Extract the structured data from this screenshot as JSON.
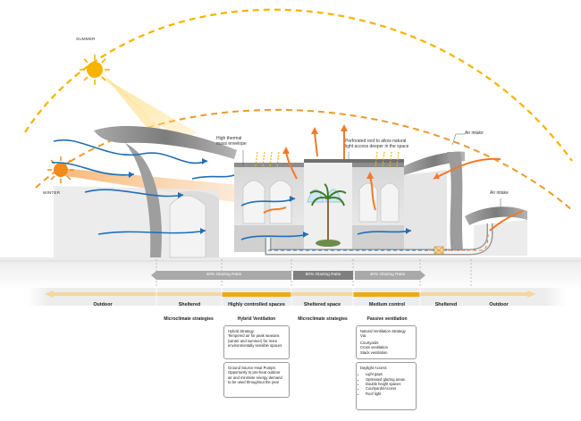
{
  "seasons": {
    "summer": "SUMMER",
    "winter": "WINTER"
  },
  "annotations": {
    "thermal_mass": [
      "High thermal",
      "mass envelope"
    ],
    "perforated_roof": [
      "Perforated roof to allow natural",
      "light access deeper in the space"
    ],
    "air_intake_top": "Air intake",
    "air_intake_right": "Air intake"
  },
  "glazing_ratios": {
    "left": "40% Glazing Ratio",
    "middle": "60% Glazing Ratio",
    "right": "40% Glazing Ratio"
  },
  "zones": [
    {
      "label": "Outdoor",
      "strategy": ""
    },
    {
      "label": "Sheltered",
      "strategy": "Microclimate strategies"
    },
    {
      "label": "Highly controlled spaces",
      "strategy": "Hybrid Ventilation"
    },
    {
      "label": "Sheltered space",
      "strategy": "Microclimate strategies"
    },
    {
      "label": "Medium control",
      "strategy": "Passive ventilation"
    },
    {
      "label": "Sheltered",
      "strategy": ""
    },
    {
      "label": "Outdoor",
      "strategy": ""
    }
  ],
  "boxes": {
    "hybrid": {
      "title": "Hybrid Strategy:",
      "text": "Tempered air for peak seasons (winter and summer) for more environmentally sensible spaces"
    },
    "ground": {
      "title": "Ground Source Heat Pumps:",
      "text": "Opportunity to pre-heat outdoor air and minimise energy demand to be used throughout the year"
    },
    "natural": {
      "title": "Natural Ventilation Strategy",
      "subtitle": "Via:",
      "items": [
        "Courtyards",
        "Cross ventilation",
        "Stack ventilation"
      ]
    },
    "daylight": {
      "title": "Daylight Access",
      "items": [
        "Light gaps",
        "Optimised glazing areas",
        "Double height spaces",
        "Courtyards/Access",
        "Roof light"
      ]
    }
  },
  "colors": {
    "sun": "#f5b400",
    "sun_winter": "#f08a1c",
    "arc_summer": "#f5b400",
    "arc_winter": "#ee9a2a",
    "airflow_blue": "#1f6fb5",
    "airflow_orange": "#f07a28",
    "ratio_bar": "#a9a9a9",
    "ratio_bar_dark": "#7f7f7f",
    "highlight": "#f2a71b",
    "highlight_light": "#f7d79a"
  }
}
